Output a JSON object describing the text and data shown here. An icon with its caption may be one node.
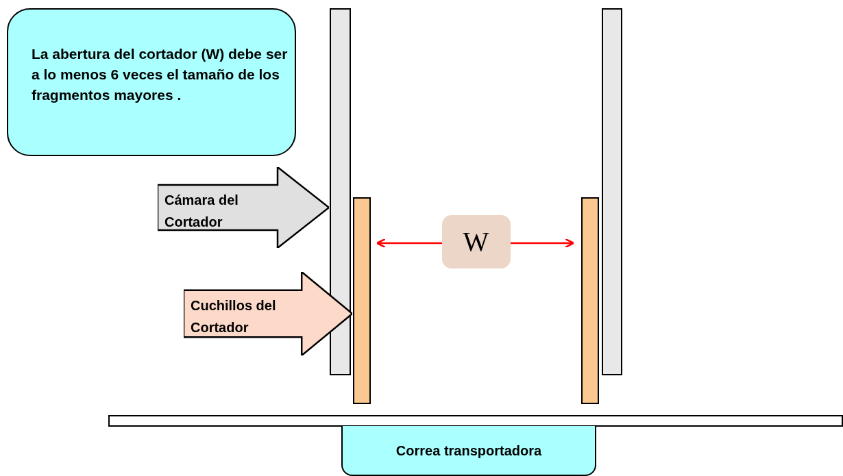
{
  "diagram": {
    "nodes": [
      {
        "text": [
          "La abertura del cortador (W) debe ser a lo menos 6 veces el tamaño de los fragmentos mayores ."
        ]
      },
      {
        "text": [],
        "shape": "bar"
      },
      {
        "text": [],
        "shape": "bar"
      },
      {
        "text": [
          "Cámara del Cortador"
        ]
      },
      {
        "text": [],
        "shape": "bar"
      },
      {
        "text": [],
        "shape": "bar"
      },
      {
        "text": [
          "Cuchillos del Cortador"
        ]
      },
      {
        "text": [],
        "shape": "bar"
      },
      {
        "text": [
          "Correa transportadora"
        ]
      }
    ],
    "edges": [
      {
        "from": 4,
        "to": 5,
        "arrow": "both",
        "label": "W",
        "color": "#ff0000"
      }
    ]
  }
}
